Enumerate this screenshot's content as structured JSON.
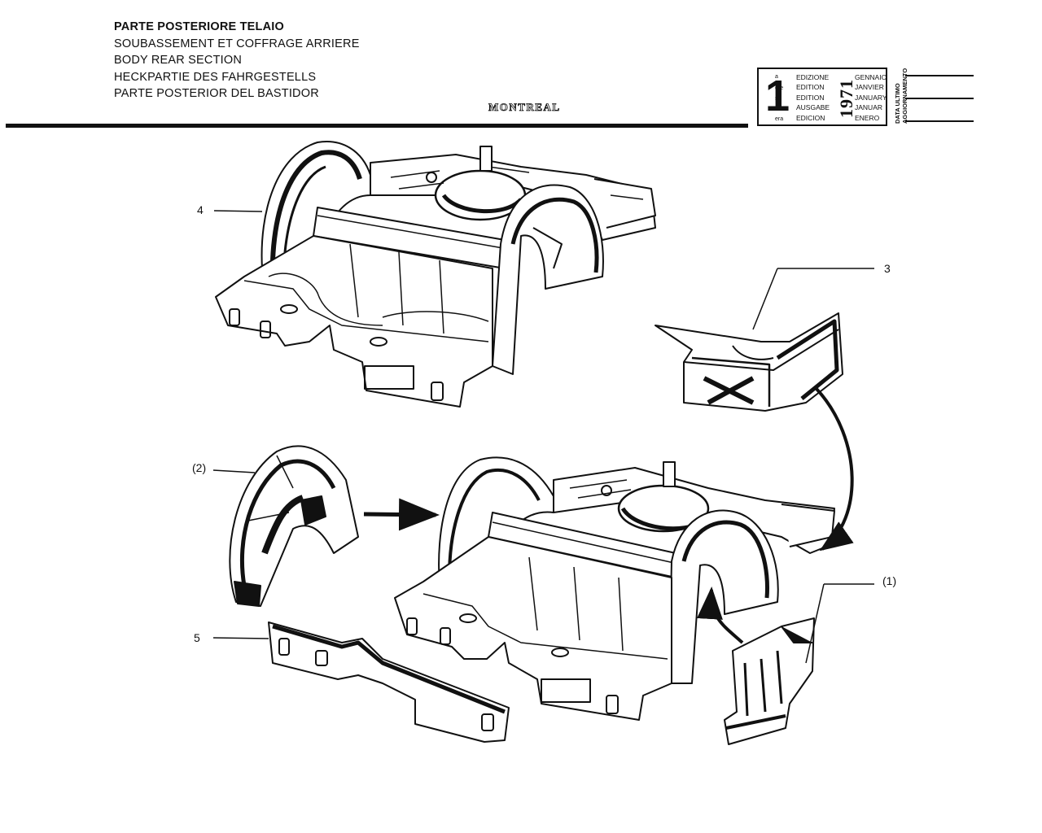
{
  "header": {
    "titles": [
      "PARTE POSTERIORE TELAIO",
      "SOUBASSEMENT ET COFFRAGE ARRIERE",
      "BODY REAR SECTION",
      "HECKPARTIE DES FAHRGESTELLS",
      "PARTE POSTERIOR DEL BASTIDOR"
    ],
    "model": "MONTREAL"
  },
  "edition": {
    "number": "1",
    "suffixes": [
      "a",
      "ere",
      "st",
      ".",
      "era"
    ],
    "labels": [
      "EDIZIONE",
      "EDITION",
      "EDITION",
      "AUSGABE",
      "EDICION"
    ],
    "year": "1971",
    "months": [
      "GENNAIO",
      "JANVIER",
      "JANUARY",
      "JANUAR",
      "ENERO"
    ],
    "update_label_1": "DATA ULTIMO",
    "update_label_2": "AGGIORNAMENTO"
  },
  "callouts": {
    "c1": "(1)",
    "c2": "(2)",
    "c3": "3",
    "c4": "4",
    "c5": "5"
  }
}
